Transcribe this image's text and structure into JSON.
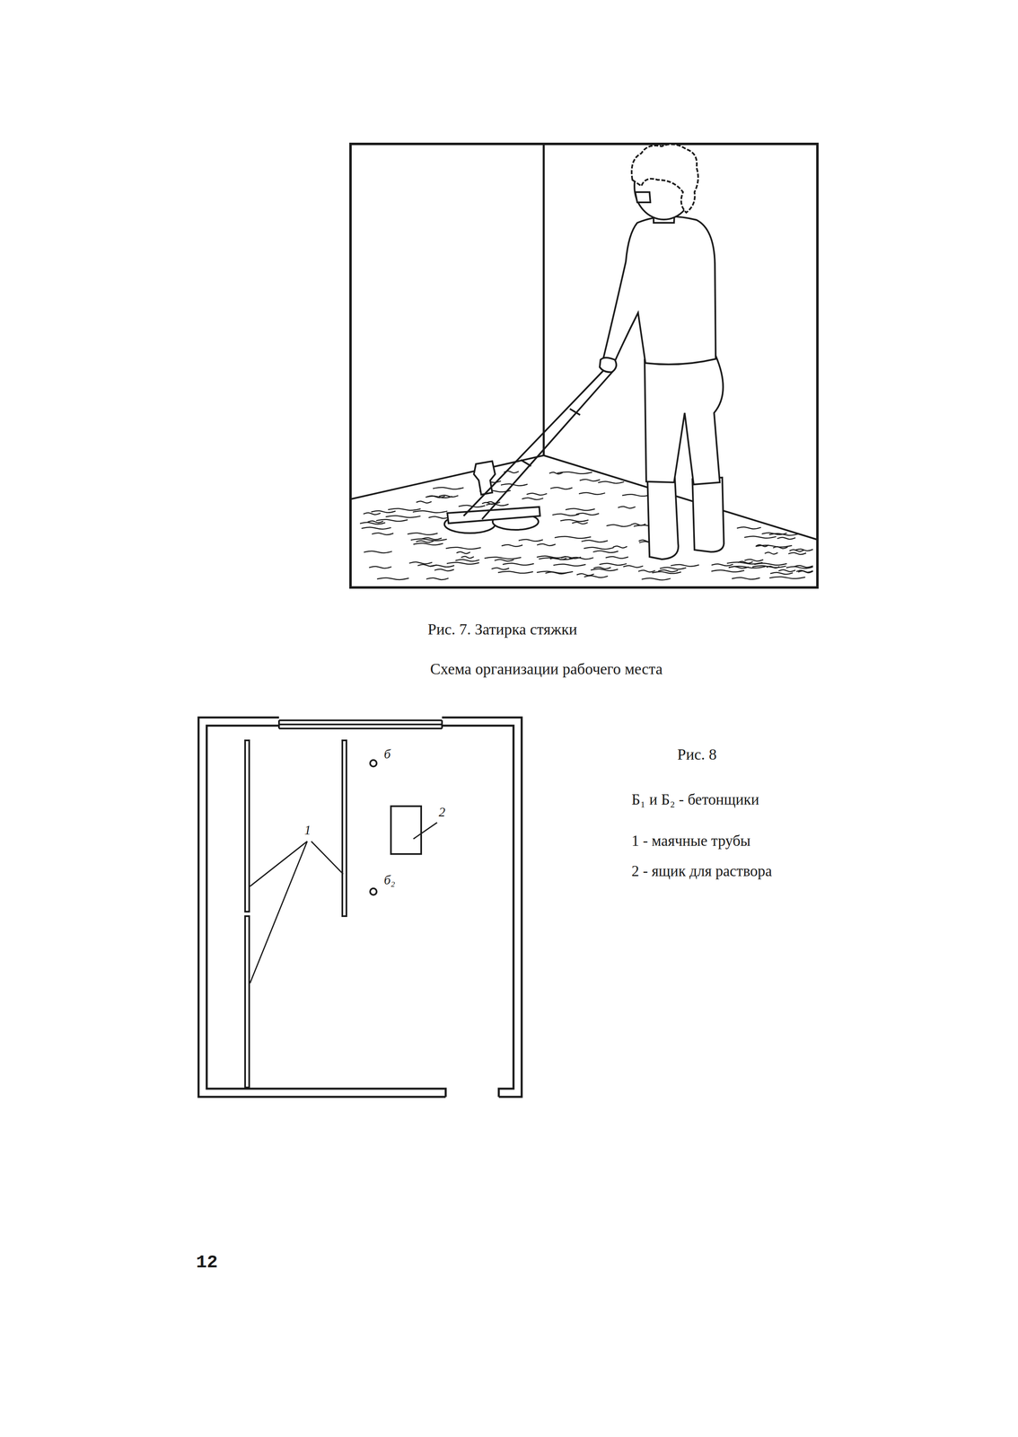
{
  "diagram": {
    "labels": [
      "Рис. 7. Затирка стяжки",
      "Схема организации рабочего места",
      "б",
      "б₂",
      "1",
      "2",
      "Рис. 8",
      "Б₁ и Б₂ - бетонщики",
      "1 - маячные трубы",
      "2 - ящик для раствора",
      "12"
    ]
  }
}
